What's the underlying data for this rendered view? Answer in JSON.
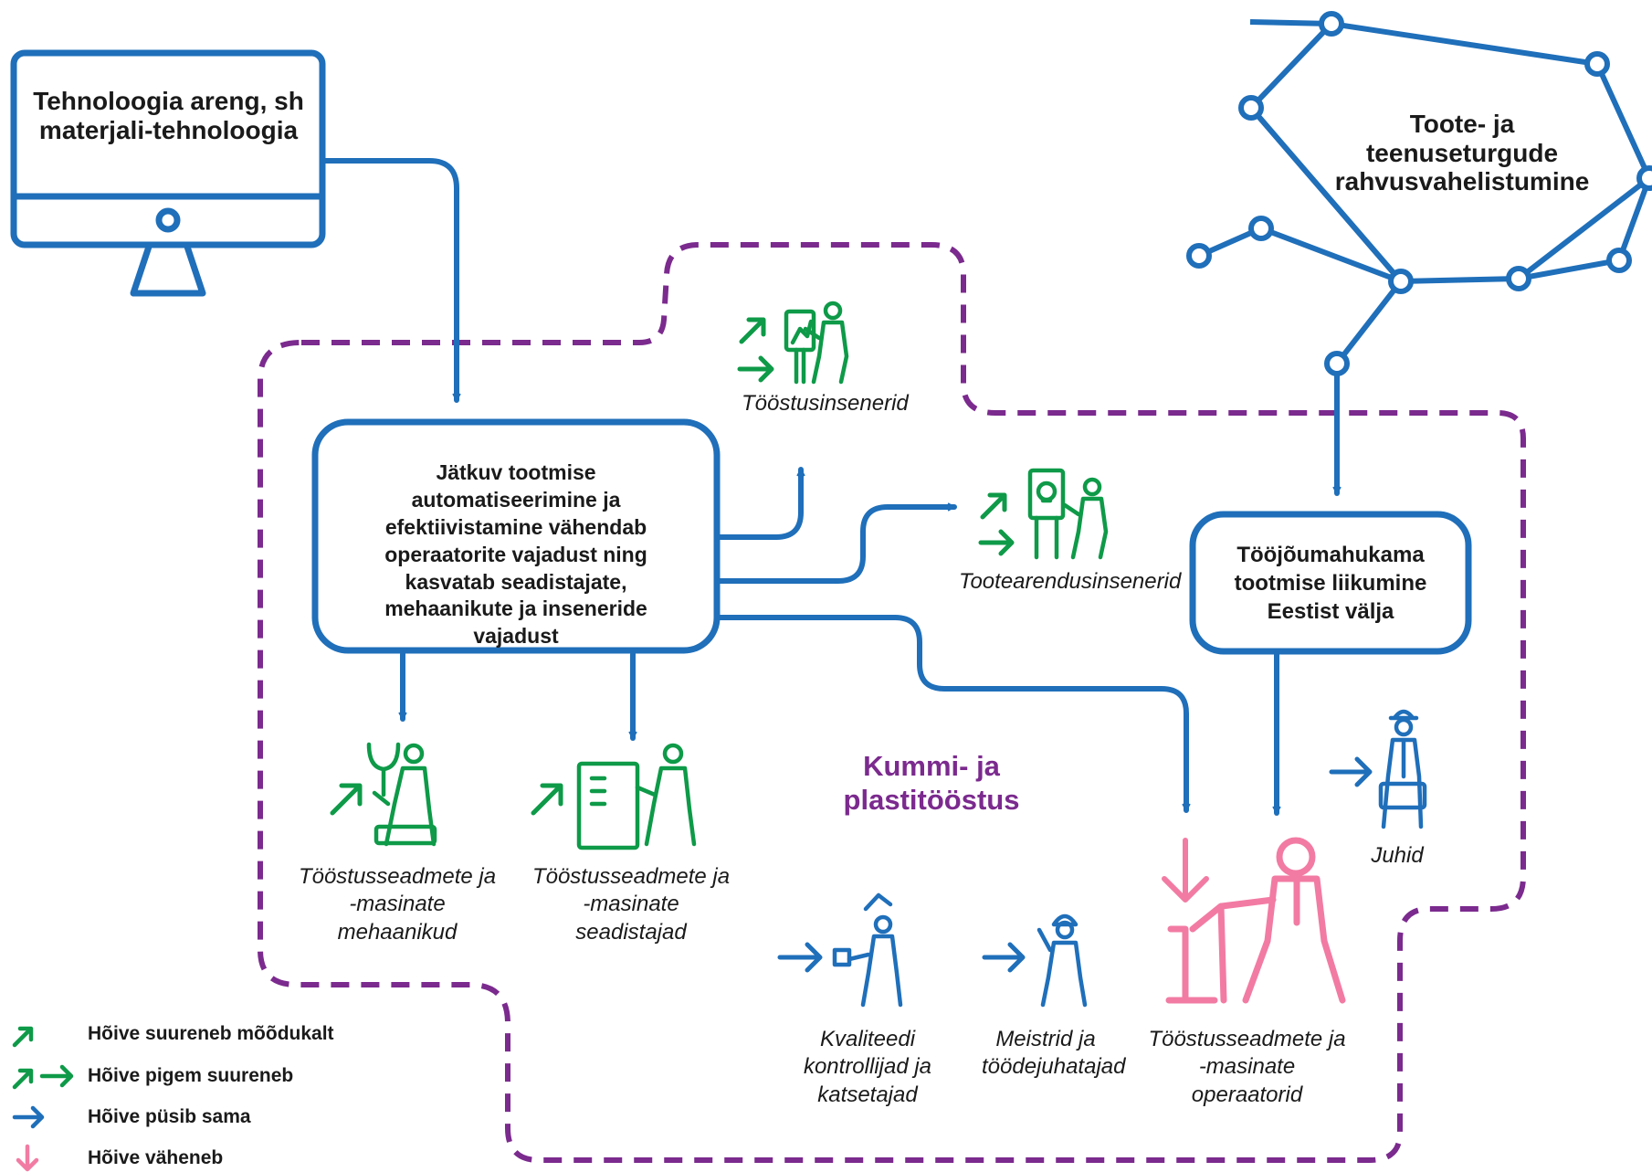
{
  "boxes": {
    "technology": "Tehnoloogia areng, sh materjali-tehnoloogia",
    "automation": "Jätkuv tootmise automatiseerimine ja efektiivistamine vähendab operaatorite vajadust ning kasvatab seadistajate, mehaanikute ja inseneride vajadust",
    "internationalization": "Toote- ja teenuseturgude rahvusvahelistumine",
    "relocation": "Tööjõumahukama tootmise liikumine Eestist välja"
  },
  "sector": "Kummi- ja plastitööstus",
  "occupations": {
    "industrial_engineers": "Tööstusinsenerid",
    "product_dev_engineers": "Tootearendusinsenerid",
    "mechanics": "Tööstusseadmete ja -masinate mehaanikud",
    "setters": "Tööstusseadmete ja -masinate seadistajad",
    "quality_controllers": "Kvaliteedi kontrollijad ja katsetajad",
    "foremen": "Meistrid ja töödejuhatajad",
    "operators": "Tööstusseadmete ja -masinate operaatorid",
    "managers": "Juhid"
  },
  "legend": [
    {
      "label": "Hõive suureneb mõõdukalt",
      "icon": "arrow-up-right-icon",
      "color": "#0e9a48"
    },
    {
      "label": "Hõive pigem suureneb",
      "icon": "arrow-up-right-and-right-icon",
      "color": "#0e9a48"
    },
    {
      "label": "Hõive püsib sama",
      "icon": "arrow-right-icon",
      "color": "#1f6fba"
    },
    {
      "label": "Hõive väheneb",
      "icon": "arrow-down-icon",
      "color": "#f27ba3"
    }
  ],
  "colors": {
    "blue": "#1f6fba",
    "green": "#0e9a48",
    "pink": "#f27ba3",
    "purple": "#7b2a8e"
  }
}
